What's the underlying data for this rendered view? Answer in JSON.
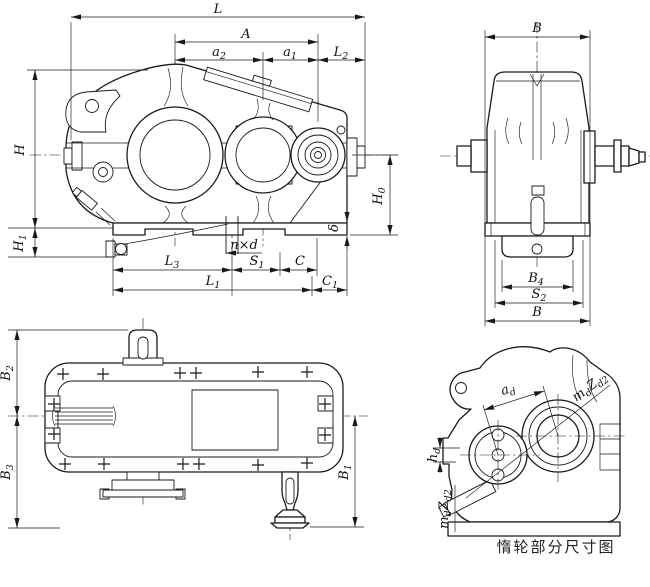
{
  "caption": "惰轮部分尺寸图",
  "colors": {
    "line": "#1a1a1a",
    "background": "#ffffff"
  },
  "dims": {
    "L": "L",
    "A": "A",
    "a2": "a_{2}",
    "a1": "a_{1}",
    "L2": "L_{2}",
    "H": "H",
    "H1": "H_{1}",
    "H0": "H_{0}",
    "delta": "δ",
    "nxd": "n×d",
    "L3": "L_{3}",
    "S1": "S_{1}",
    "C": "C",
    "L1": "L_{1}",
    "C1": "C_{1}",
    "B_top": "B",
    "B4": "B_{4}",
    "S2": "S_{2}",
    "B_bottom": "B",
    "B2": "B_{2}",
    "B3": "B_{3}",
    "B1": "B_{1}",
    "ad": "a_{d}",
    "mdZd2_upper": "m_{d}Z_{d2}",
    "hd": "h_{d}",
    "mdZd2_lower": "m_{d}Z_{d2}"
  }
}
